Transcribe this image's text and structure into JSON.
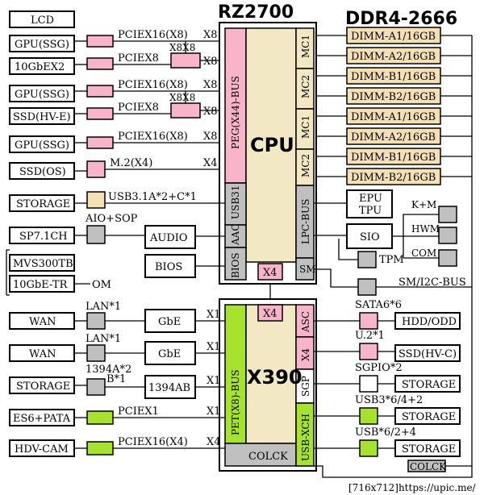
{
  "headers": {
    "cpu_model": "RZ2700",
    "memory": "DDR4-2666"
  },
  "cpu": {
    "label": "CPU",
    "sections": {
      "peg": "PEG(X44)-BUS",
      "usb31": "USB31",
      "aac": "AAC",
      "bios": "BIOS",
      "lpc": "LPC-BUS",
      "sm": "SM",
      "mc1": "MC1",
      "mc2": "MC2"
    },
    "x4": "X4"
  },
  "chipset": {
    "label": "X390",
    "sections": {
      "pet": "PET(X8)-BUS",
      "asc": "ASC",
      "x4": "X4",
      "sgp": "SGP",
      "usbxch": "USB-XCH",
      "colck": "COLCK"
    },
    "x4_top": "X4"
  },
  "dimms": [
    "DIMM-A1/16GB",
    "DIMM-A2/16GB",
    "DIMM-B1/16GB",
    "DIMM-B2/16GB",
    "DIMM-A1/16GB",
    "DIMM-A2/16GB",
    "DIMM-B1/16GB",
    "DIMM-B2/16GB"
  ],
  "left_devices": [
    "LCD",
    "GPU(SSG)",
    "10GbEX2",
    "GPU(SSG)",
    "SSD(HV-E)",
    "GPU(SSG)",
    "SSD(OS)",
    "STORAGE",
    "SP7.1CH",
    "MVS300TB",
    "10GbE-TR"
  ],
  "left_bottom": [
    "WAN",
    "WAN",
    "STORAGE",
    "ES6+PATA",
    "HDV-CAM"
  ],
  "bus_labels": [
    "PCIEX16(X8)",
    "PCIEX8",
    "PCIEX16(X8)",
    "PCIEX8",
    "PCIEX16(X8)",
    "M.2(X4)",
    "USB3.1A*2+C*1",
    "AIO+SOP"
  ],
  "switch_labels": [
    "X8X8",
    "X8X8"
  ],
  "lane_labels": [
    "X8",
    "X8",
    "X8",
    "X8",
    "X8",
    "X4"
  ],
  "om": "OM",
  "mid_chips": {
    "audio": "AUDIO",
    "bios": "BIOS",
    "gbe1": "GbE",
    "gbe2": "GbE",
    "ieee1394": "1394AB"
  },
  "mid_labels": {
    "lan1": "LAN*1",
    "lan2": "LAN*1",
    "i1394": "1394A*2",
    "b1": "B*1",
    "pciex1": "PCIEX1",
    "pciex16x4": "PCIEX16(X4)"
  },
  "chip_lanes": [
    "X1",
    "X1",
    "X1",
    "X1",
    "X4"
  ],
  "right_chips": {
    "epu_line1": "EPU",
    "epu_line2": "TPU",
    "sio": "SIO",
    "km": "K+M",
    "hwm": "HWM",
    "com": "COM",
    "tpm": "TPM",
    "smbus": "SM/I2C-BUS"
  },
  "right_bottom_labels": [
    "SATA6*6",
    "U.2*1",
    "SGPIO*2",
    "USB3*6/4+2",
    "USB*6/2+4"
  ],
  "right_bottom_devices": [
    "HDD/ODD",
    "SSD(HV-C)",
    "STORAGE",
    "STORAGE",
    "STORAGE"
  ],
  "colck_right": "COLCK",
  "colors": {
    "pink": "#f8b4c8",
    "tan": "#f5dfb5",
    "cream": "#f2e8c4",
    "gray": "#c0c0c0",
    "green": "#a6e22e",
    "white": "#ffffff"
  },
  "watermark": "[716x712]https://upic.me/"
}
